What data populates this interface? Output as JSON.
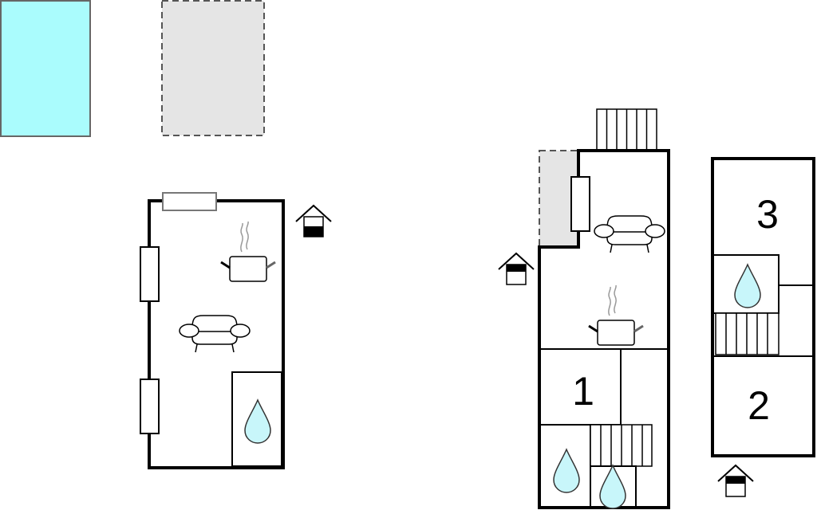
{
  "rooms": {
    "one": "1",
    "two": "2",
    "three": "3"
  },
  "colors": {
    "pool": "#aafcfd",
    "terrace": "#e5e5e5",
    "water": "#c8f6fa",
    "wall": "#000000"
  },
  "icons": [
    "pool",
    "terrace",
    "window-icon",
    "stairs-icon",
    "sofa-icon",
    "pot-icon",
    "water-drop-icon",
    "entrance-house-icon"
  ]
}
